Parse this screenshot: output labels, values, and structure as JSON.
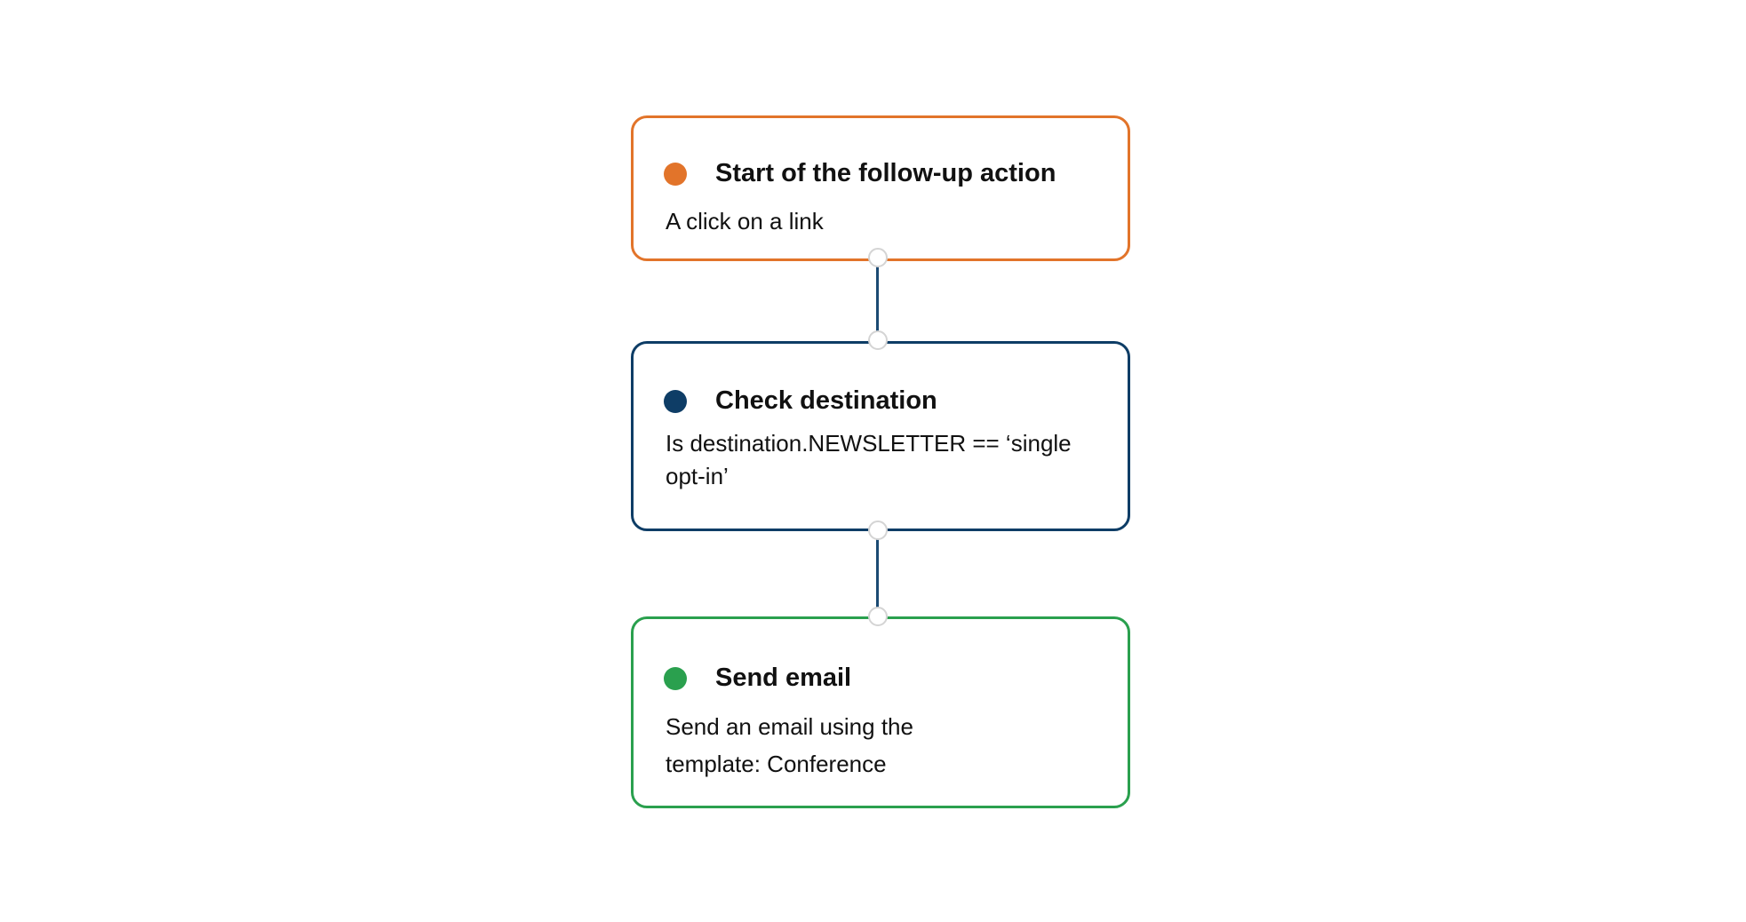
{
  "colors": {
    "start": "#e2742a",
    "check": "#0e3d66",
    "send": "#2aa04e",
    "connector": "#1b4a73"
  },
  "nodes": [
    {
      "id": "start",
      "title": "Start of the follow-up action",
      "description": "A click on a link"
    },
    {
      "id": "check",
      "title": "Check destination",
      "description": "Is destination.NEWSLETTER == ‘single opt-in’"
    },
    {
      "id": "send",
      "title": "Send email",
      "description": "Send an email using the template: Conference"
    }
  ]
}
